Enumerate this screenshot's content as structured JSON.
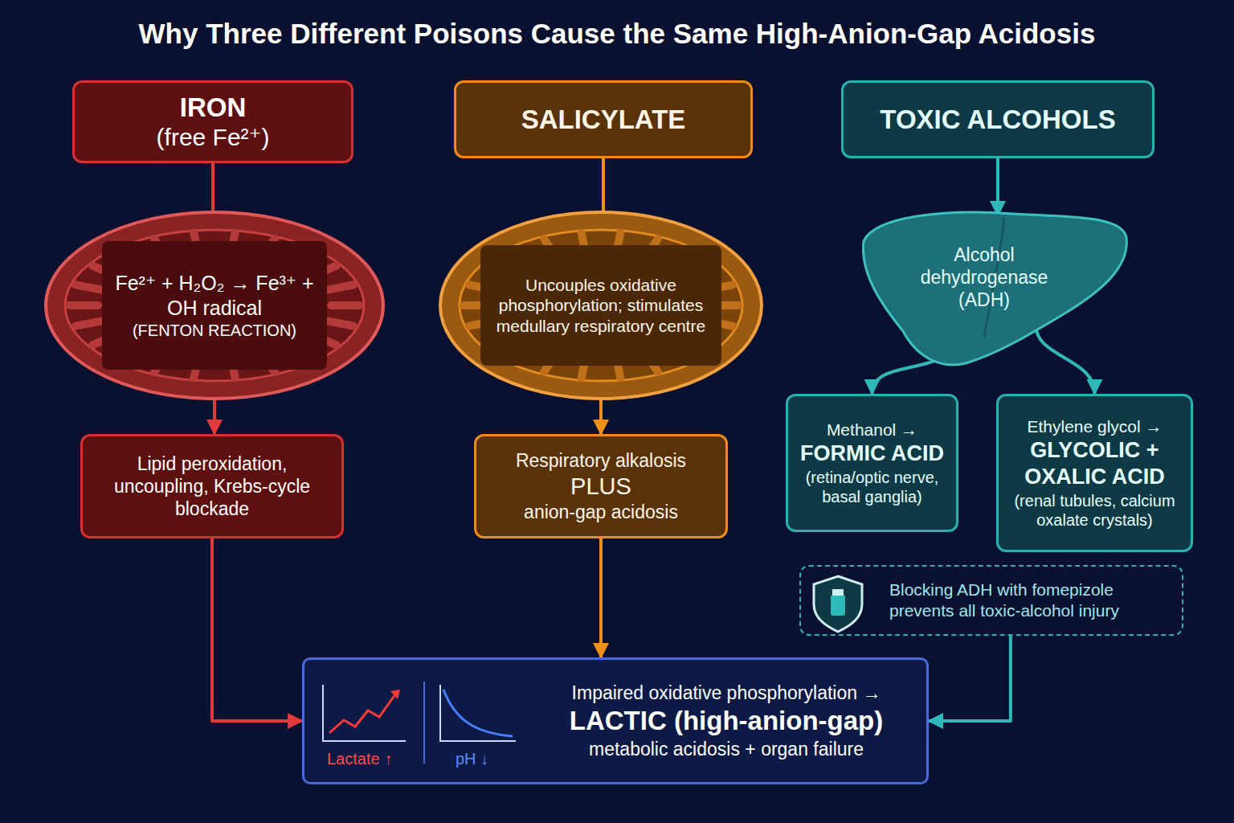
{
  "diagram": {
    "title": "Why Three Different Poisons Cause the Same High-Anion-Gap Acidosis",
    "nodes": [
      {
        "text": [
          "IRON",
          "(free Fe²⁺)"
        ]
      },
      {
        "text": [
          "SALICYLATE"
        ]
      },
      {
        "text": [
          "TOXIC ALCOHOLS"
        ]
      },
      {
        "text": [
          "Fe²⁺ + H₂O₂ → Fe³⁺ + OH radical",
          "(FENTON REACTION)"
        ]
      },
      {
        "text": [
          "Lipid peroxidation, uncoupling, Krebs-cycle blockade"
        ]
      },
      {
        "text": [
          "Uncouples oxidative phosphorylation; stimulates medullary respiratory centre"
        ]
      },
      {
        "text": [
          "Respiratory alkalosis",
          "PLUS",
          "anion-gap acidosis"
        ]
      },
      {
        "text": [
          "Alcohol dehydrogenase (ADH)"
        ]
      },
      {
        "text": [
          "Methanol →",
          "FORMIC ACID",
          "(retina/optic nerve, basal ganglia)"
        ]
      },
      {
        "text": [
          "Ethylene glycol →",
          "GLYCOLIC + OXALIC ACID",
          "(renal tubules, calcium oxalate crystals)"
        ]
      },
      {
        "text": [
          "Blocking ADH with fomepizole prevents all toxic-alcohol injury"
        ]
      },
      {
        "text": [
          "Lactate ↑",
          "pH ↓",
          "Impaired oxidative phosphorylation →",
          "LACTIC (high-anion-gap)",
          "metabolic acidosis + organ failure"
        ]
      }
    ],
    "edges": [
      {
        "from": 0,
        "to": 3,
        "arrow": "to"
      },
      {
        "from": 3,
        "to": 4,
        "arrow": "to"
      },
      {
        "from": 4,
        "to": 11,
        "arrow": "to"
      },
      {
        "from": 1,
        "to": 5,
        "arrow": "to"
      },
      {
        "from": 5,
        "to": 6,
        "arrow": "to"
      },
      {
        "from": 6,
        "to": 11,
        "arrow": "to"
      },
      {
        "from": 2,
        "to": 7,
        "arrow": "to"
      },
      {
        "from": 7,
        "to": 8,
        "arrow": "to"
      },
      {
        "from": 7,
        "to": 9,
        "arrow": "to"
      },
      {
        "from": 10,
        "to": 11,
        "arrow": "to"
      }
    ]
  }
}
